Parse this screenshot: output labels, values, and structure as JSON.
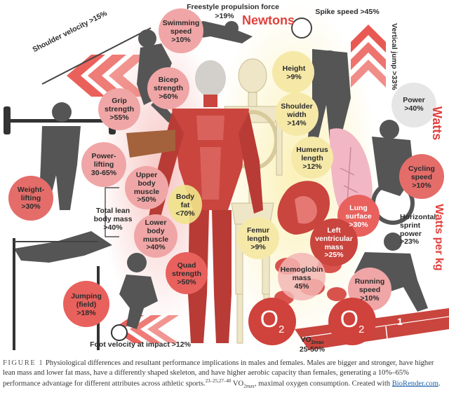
{
  "figure": {
    "big_words": {
      "newtons": "Newtons",
      "watts": "Watts",
      "watts_per_kg": "Watts per kg"
    },
    "o2": {
      "left": "O",
      "left_sub": "2",
      "right": "O",
      "right_sub": "2"
    },
    "labels": {
      "freestyle": "Freestyle propulsion force",
      "freestyle_val": ">19%",
      "spike": "Spike speed >45%",
      "shoulder_velocity": "Shoulder velocity >15%",
      "vertical_jump": "Vertical jump >33%",
      "swimming": [
        "Swimming",
        "speed",
        ">10%"
      ],
      "bicep": [
        "Bicep",
        "strength",
        ">60%"
      ],
      "grip": [
        "Grip",
        "strength",
        ">55%"
      ],
      "powerlifting": [
        "Power-",
        "lifting",
        "30-65%"
      ],
      "weightlifting": [
        "Weight-",
        "lifting",
        ">30%"
      ],
      "upper_body": [
        "Upper",
        "body",
        "muscle",
        ">50%"
      ],
      "lower_body": [
        "Lower",
        "body",
        "muscle",
        ">40%"
      ],
      "body_fat": [
        "Body",
        "fat",
        "<70%"
      ],
      "total_lean": [
        "Total lean",
        "body mass",
        ">40%"
      ],
      "quad": [
        "Quad",
        "strength",
        ">50%"
      ],
      "jumping": [
        "Jumping",
        "(field)",
        ">18%"
      ],
      "foot_velocity": "Foot velocity at impact >12%",
      "height": [
        "Height",
        ">9%"
      ],
      "shoulder_width": [
        "Shoulder",
        "width",
        ">14%"
      ],
      "humerus": [
        "Humerus",
        "length",
        ">12%"
      ],
      "femur": [
        "Femur",
        "length",
        ">9%"
      ],
      "power": [
        "Power",
        ">40%"
      ],
      "cycling": [
        "Cycling",
        "speed",
        ">10%"
      ],
      "lung": [
        "Lung",
        "surface",
        ">30%"
      ],
      "left_ventricular": [
        "Left",
        "ventricular",
        "mass",
        ">25%"
      ],
      "hemoglobin": [
        "Hemoglobin",
        "mass",
        "45%"
      ],
      "horizontal_sprint": [
        "Horizontal",
        "sprint",
        "power",
        ">23%"
      ],
      "running": [
        "Running",
        "speed",
        ">10%"
      ],
      "vo2": "VO",
      "vo2_sub": "2max",
      "vo2_val": "25-50%",
      "track_lane": "1"
    }
  },
  "caption": {
    "figure_label": "FIGURE 1",
    "text": "Physiological differences and resultant performance implications in males and females. Males are bigger and stronger, have higher lean mass and lower fat mass, have a differently shaped skeleton, and have higher aerobic capacity than females, generating a 10%–65% performance advantage for different attributes across athletic sports.",
    "refs": "23–25,27–40",
    "vo2": "VO",
    "vo2_sub": "2max",
    "rest": ", maximal oxygen consumption. Created with",
    "link": "BioRender.com",
    "end": "."
  },
  "colors": {
    "red": "#e0413d",
    "pink": "#f0b4b4",
    "yellow": "#f6e9a8",
    "grey": "#5a5a5a",
    "muscle": "#c9453e",
    "bone": "#efe6c8"
  }
}
